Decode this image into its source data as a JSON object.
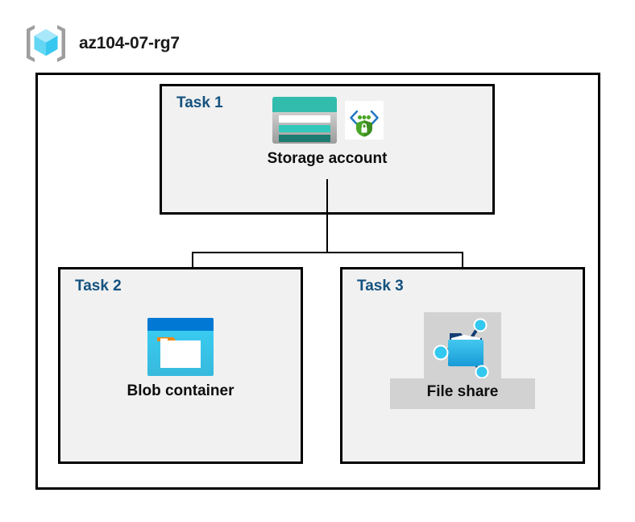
{
  "resource_group": {
    "icon": "resource-group-cube-icon",
    "name": "az104-07-rg7"
  },
  "tasks": [
    {
      "label": "Task 1",
      "node": {
        "caption": "Storage account",
        "icons": [
          "storage-account-icon",
          "encryption-shield-icon"
        ]
      }
    },
    {
      "label": "Task 2",
      "node": {
        "caption": "Blob container",
        "icons": [
          "blob-container-icon"
        ]
      }
    },
    {
      "label": "Task 3",
      "node": {
        "caption": "File share",
        "icons": [
          "file-share-icon"
        ]
      }
    }
  ],
  "colors": {
    "task_label": "#14527f",
    "panel_fill": "#f1f1f1",
    "panel_border": "#000000",
    "highlight_plate": "#d2d2d2",
    "storage_teal": "#32bcad",
    "storage_teal_dark": "#1d7b72",
    "blob_blue": "#0078d4",
    "blob_cyan": "#32c8f0",
    "accent_orange": "#f2870d",
    "shield_green": "#4aa528",
    "node_cyan": "#32c8f0",
    "cube_cyan": "#58d2f0"
  }
}
